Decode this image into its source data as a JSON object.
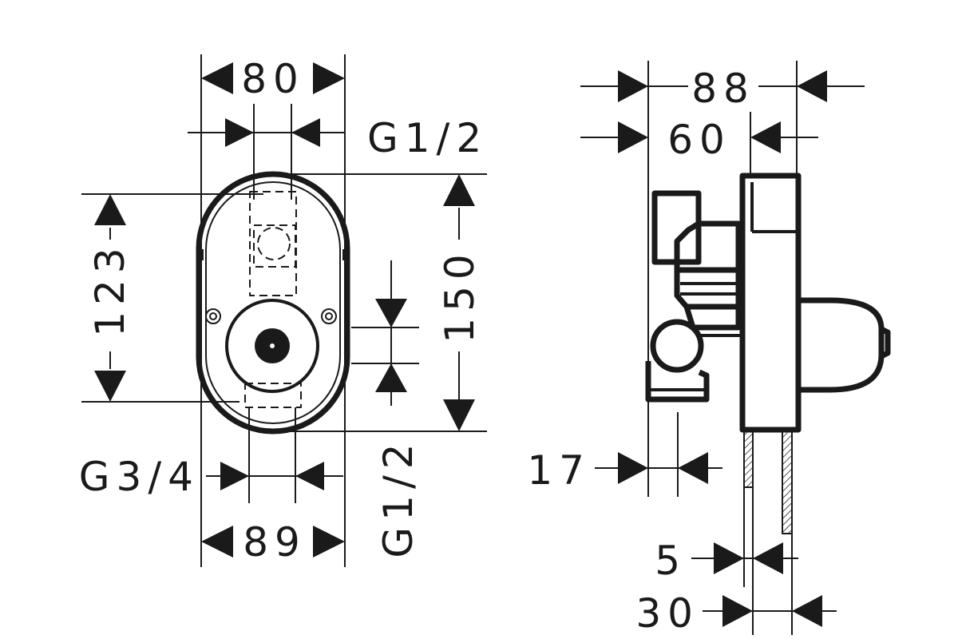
{
  "front_view": {
    "width_top": "80",
    "thread_top": "G1/2",
    "height_left": "123",
    "height_right": "150",
    "thread_bottom_left": "G3/4",
    "width_bottom": "89",
    "thread_right": "G1/2"
  },
  "side_view": {
    "depth_total": "88",
    "depth_inner": "60",
    "offset_bottom": "17",
    "plate_gap": "5",
    "extension": "30"
  }
}
